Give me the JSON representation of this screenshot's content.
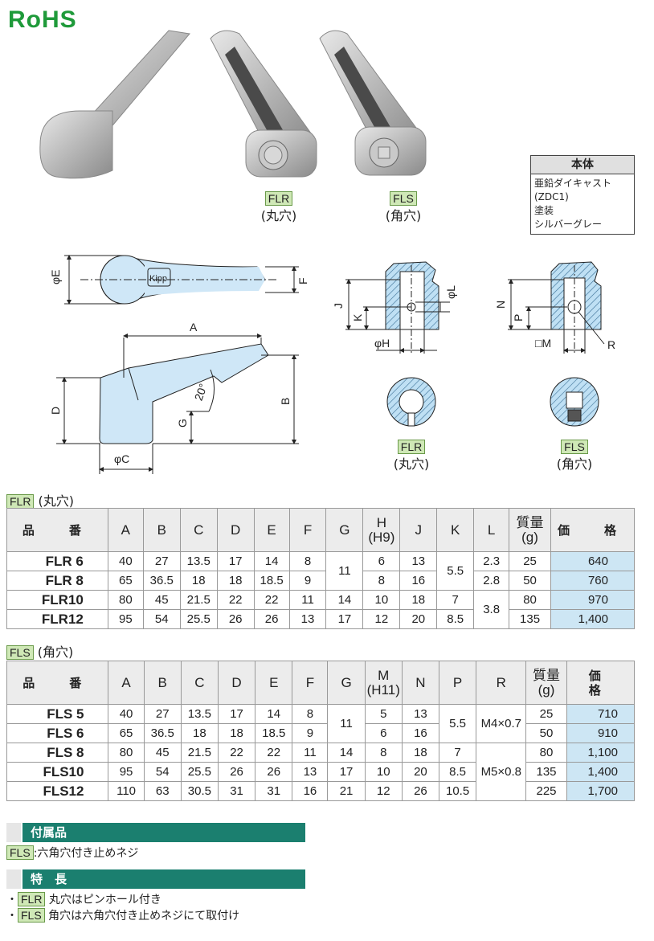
{
  "logo": "RoHS",
  "products": {
    "flr": {
      "tag": "FLR",
      "caption": "(丸穴)"
    },
    "fls": {
      "tag": "FLS",
      "caption": "(角穴)"
    }
  },
  "material": {
    "header": "本体",
    "lines": [
      "亜鉛ダイキャスト(ZDC1)",
      "塗装",
      "シルバーグレー"
    ]
  },
  "diagram": {
    "labels": {
      "E": "φE",
      "F": "F",
      "A": "A",
      "B": "B",
      "D": "D",
      "G": "G",
      "C": "φC",
      "angle": "20°",
      "logo": "Kipp",
      "J": "J",
      "K": "K",
      "H": "φH",
      "L": "φL",
      "N": "N",
      "P": "P",
      "M": "□M",
      "R": "R"
    },
    "flr_tag": "FLR",
    "flr_caption": "(丸穴)",
    "fls_tag": "FLS",
    "fls_caption": "(角穴)"
  },
  "flr_table": {
    "tag": "FLR",
    "title": "(丸穴)",
    "headers": [
      "品　番",
      "A",
      "B",
      "C",
      "D",
      "E",
      "F",
      "G",
      "H\n(H9)",
      "J",
      "K",
      "L",
      "質量\n(g)",
      "価　格"
    ],
    "rows": [
      {
        "pn": "FLR 6",
        "A": "40",
        "B": "27",
        "C": "13.5",
        "D": "17",
        "E": "14",
        "F": "8",
        "H": "6",
        "J": "13",
        "L": "2.3",
        "mass": "25",
        "price": "640"
      },
      {
        "pn": "FLR 8",
        "A": "65",
        "B": "36.5",
        "C": "18",
        "D": "18",
        "E": "18.5",
        "F": "9",
        "H": "8",
        "J": "16",
        "L": "2.8",
        "mass": "50",
        "price": "760"
      },
      {
        "pn": "FLR10",
        "A": "80",
        "B": "45",
        "C": "21.5",
        "D": "22",
        "E": "22",
        "F": "11",
        "G": "14",
        "H": "10",
        "J": "18",
        "K": "7",
        "mass": "80",
        "price": "970"
      },
      {
        "pn": "FLR12",
        "A": "95",
        "B": "54",
        "C": "25.5",
        "D": "26",
        "E": "26",
        "F": "13",
        "G": "17",
        "H": "12",
        "J": "20",
        "K": "8.5",
        "mass": "135",
        "price": "1,400"
      }
    ],
    "merged": {
      "G_1_2": "11",
      "K_1_2": "5.5",
      "L_3_4": "3.8"
    }
  },
  "fls_table": {
    "tag": "FLS",
    "title": "(角穴)",
    "headers": [
      "品　番",
      "A",
      "B",
      "C",
      "D",
      "E",
      "F",
      "G",
      "M\n(H11)",
      "N",
      "P",
      "R",
      "質量\n(g)",
      "価　格"
    ],
    "rows": [
      {
        "pn": "FLS 5",
        "A": "40",
        "B": "27",
        "C": "13.5",
        "D": "17",
        "E": "14",
        "F": "8",
        "M": "5",
        "N": "13",
        "mass": "25",
        "price": "710"
      },
      {
        "pn": "FLS 6",
        "A": "65",
        "B": "36.5",
        "C": "18",
        "D": "18",
        "E": "18.5",
        "F": "9",
        "M": "6",
        "N": "16",
        "mass": "50",
        "price": "910"
      },
      {
        "pn": "FLS 8",
        "A": "80",
        "B": "45",
        "C": "21.5",
        "D": "22",
        "E": "22",
        "F": "11",
        "G": "14",
        "M": "8",
        "N": "18",
        "P": "7",
        "mass": "80",
        "price": "1,100"
      },
      {
        "pn": "FLS10",
        "A": "95",
        "B": "54",
        "C": "25.5",
        "D": "26",
        "E": "26",
        "F": "13",
        "G": "17",
        "M": "10",
        "N": "20",
        "P": "8.5",
        "mass": "135",
        "price": "1,400"
      },
      {
        "pn": "FLS12",
        "A": "110",
        "B": "63",
        "C": "30.5",
        "D": "31",
        "E": "31",
        "F": "16",
        "G": "21",
        "M": "12",
        "N": "26",
        "P": "10.5",
        "mass": "225",
        "price": "1,700"
      }
    ],
    "merged": {
      "G_1_2": "11",
      "P_1_2": "5.5",
      "R_1_2": "M4×0.7",
      "R_3_5": "M5×0.8"
    }
  },
  "accessory": {
    "title": "付属品",
    "tag": "FLS",
    "text": ":六角穴付き止めネジ"
  },
  "features": {
    "title": "特　長",
    "items": [
      {
        "bullet": "・",
        "tag": "FLR",
        "text": " 丸穴はピンホール付き"
      },
      {
        "bullet": "・",
        "tag": "FLS",
        "text": " 角穴は六角穴付き止めネジにて取付け"
      }
    ]
  }
}
